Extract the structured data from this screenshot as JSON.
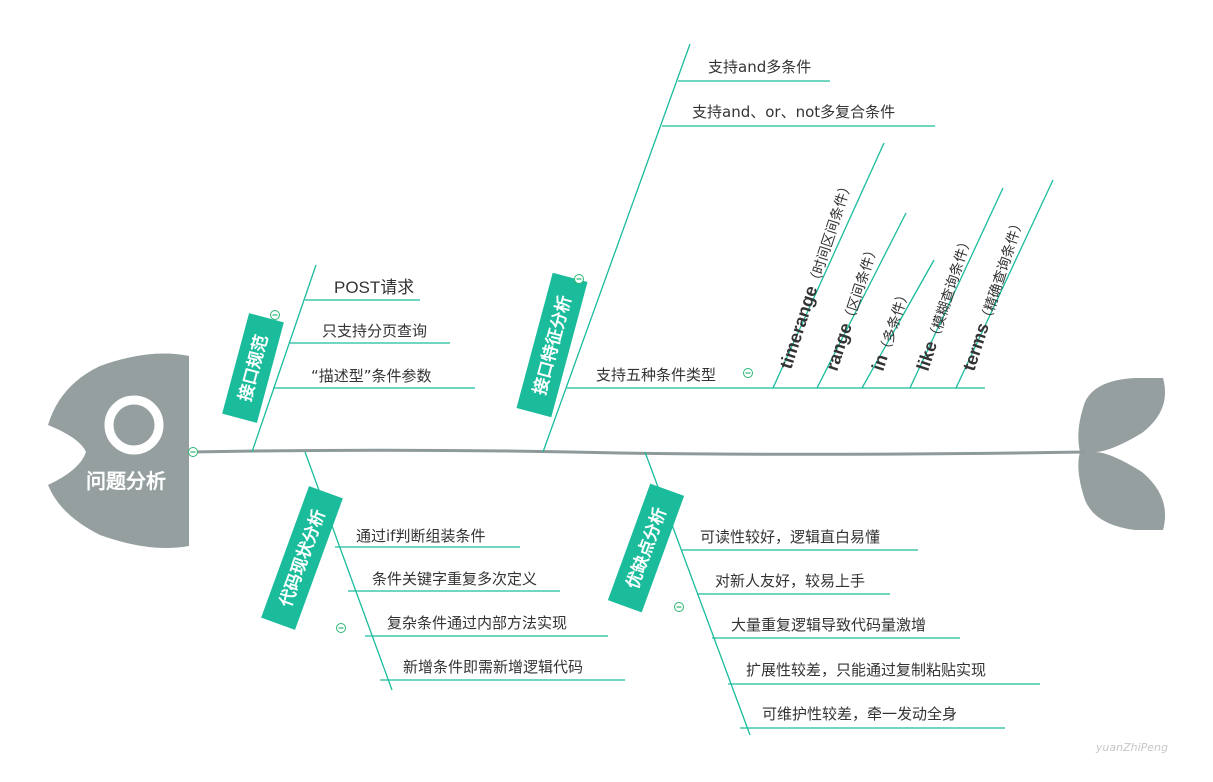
{
  "head": {
    "title": "问题分析"
  },
  "branches": {
    "spec": {
      "label": "接口规范",
      "items": [
        "POST请求",
        "只支持分页查询",
        "“描述型”条件参数"
      ]
    },
    "features": {
      "label": "接口特征分析",
      "items": [
        "支持and多条件",
        "支持and、or、not多复合条件"
      ],
      "types_label": "支持五种条件类型",
      "types": [
        {
          "keyword": "timerange",
          "desc": "（时间区间条件）"
        },
        {
          "keyword": "range",
          "desc": "（区间条件）"
        },
        {
          "keyword": "in",
          "desc": "（多条件）"
        },
        {
          "keyword": "like",
          "desc": "（模糊查询条件）"
        },
        {
          "keyword": "terms",
          "desc": "（精确查询条件）"
        }
      ]
    },
    "status": {
      "label": "代码现状分析",
      "items": [
        "通过if判断组装条件",
        "条件关键字重复多次定义",
        "复杂条件通过内部方法实现",
        "新增条件即需新增逻辑代码"
      ]
    },
    "pros_cons": {
      "label": "优缺点分析",
      "items": [
        "可读性较好，逻辑直白易懂",
        "对新人友好，较易上手",
        "大量重复逻辑导致代码量激增",
        "扩展性较差，只能通过复制粘贴实现",
        "可维护性较差，牵一发动全身"
      ]
    }
  },
  "watermark": "yuanZhiPeng",
  "colors": {
    "topic": "#1abc9c",
    "fish": "#969f9f",
    "line": "#1abc9c"
  }
}
